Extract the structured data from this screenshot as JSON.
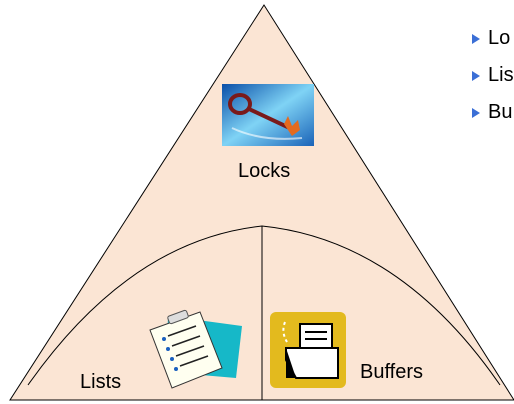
{
  "sections": {
    "top": {
      "label": "Locks",
      "icon": "key-icon"
    },
    "bottom_left": {
      "label": "Lists",
      "icon": "clipboard-checklist-icon"
    },
    "bottom_right": {
      "label": "Buffers",
      "icon": "folder-document-icon"
    }
  },
  "bullets": [
    {
      "text": "Lo"
    },
    {
      "text": "Lis"
    },
    {
      "text": "Bu"
    }
  ],
  "colors": {
    "fill": "#fbe5d4",
    "stroke": "#000000",
    "bullet": "#3b6fd6",
    "folder_bg": "#e3ba1e"
  }
}
